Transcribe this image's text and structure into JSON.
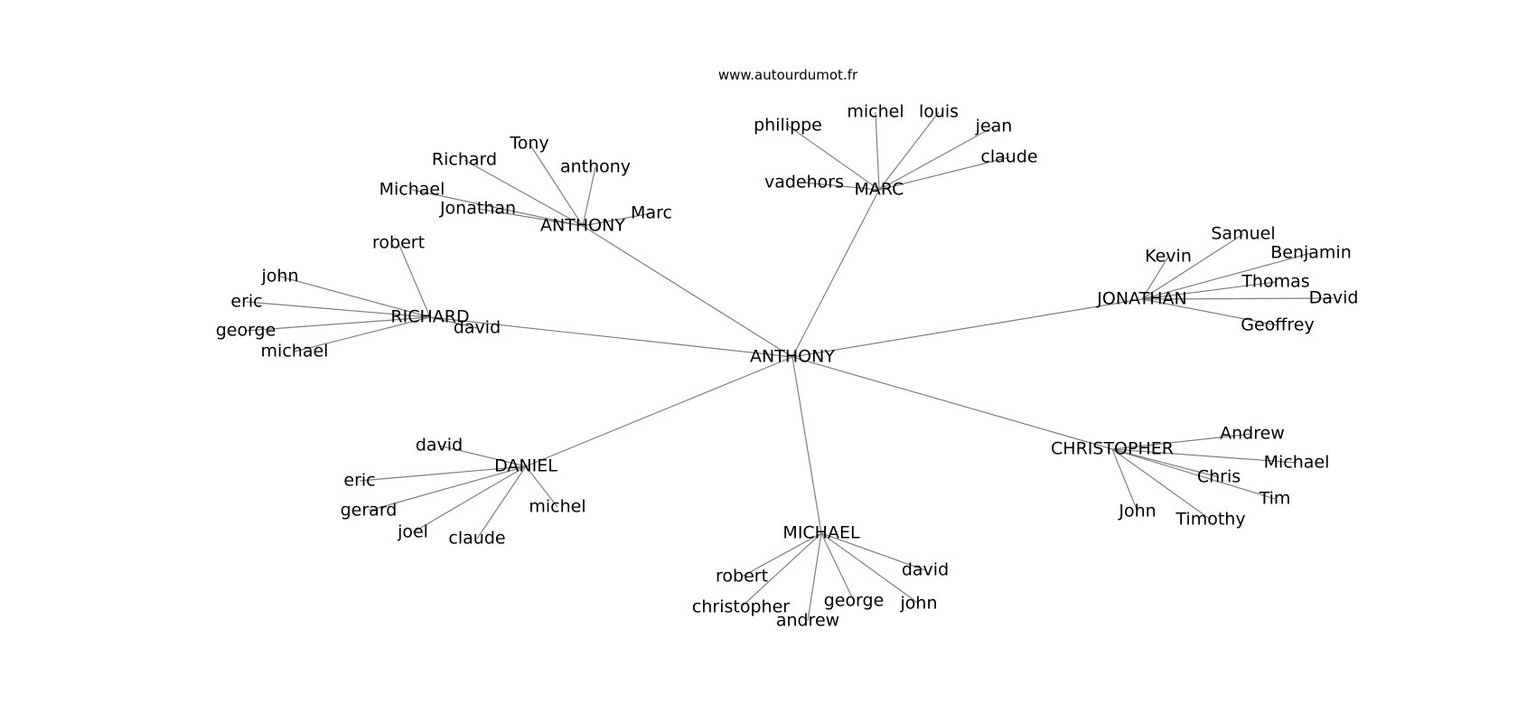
{
  "site": "www.autourdumot.fr",
  "edge_color": "#808080",
  "center": "ANTHONY",
  "hubs": [
    {
      "label": "MARC",
      "leaves": [
        "philippe",
        "michel",
        "louis",
        "jean",
        "claude",
        "vadehors"
      ]
    },
    {
      "label": "ANTHONY",
      "leaves": [
        "Tony",
        "Richard",
        "anthony",
        "Michael",
        "Jonathan",
        "Marc"
      ]
    },
    {
      "label": "RICHARD",
      "leaves": [
        "robert",
        "john",
        "eric",
        "george",
        "michael",
        "david"
      ]
    },
    {
      "label": "JONATHAN",
      "leaves": [
        "Samuel",
        "Kevin",
        "Benjamin",
        "Thomas",
        "David",
        "Geoffrey"
      ]
    },
    {
      "label": "DANIEL",
      "leaves": [
        "david",
        "eric",
        "gerard",
        "joel",
        "claude",
        "michel"
      ]
    },
    {
      "label": "CHRISTOPHER",
      "leaves": [
        "Andrew",
        "Michael",
        "Chris",
        "Tim",
        "John",
        "Timothy"
      ]
    },
    {
      "label": "MICHAEL",
      "leaves": [
        "david",
        "robert",
        "christopher",
        "george",
        "john",
        "andrew"
      ]
    }
  ]
}
